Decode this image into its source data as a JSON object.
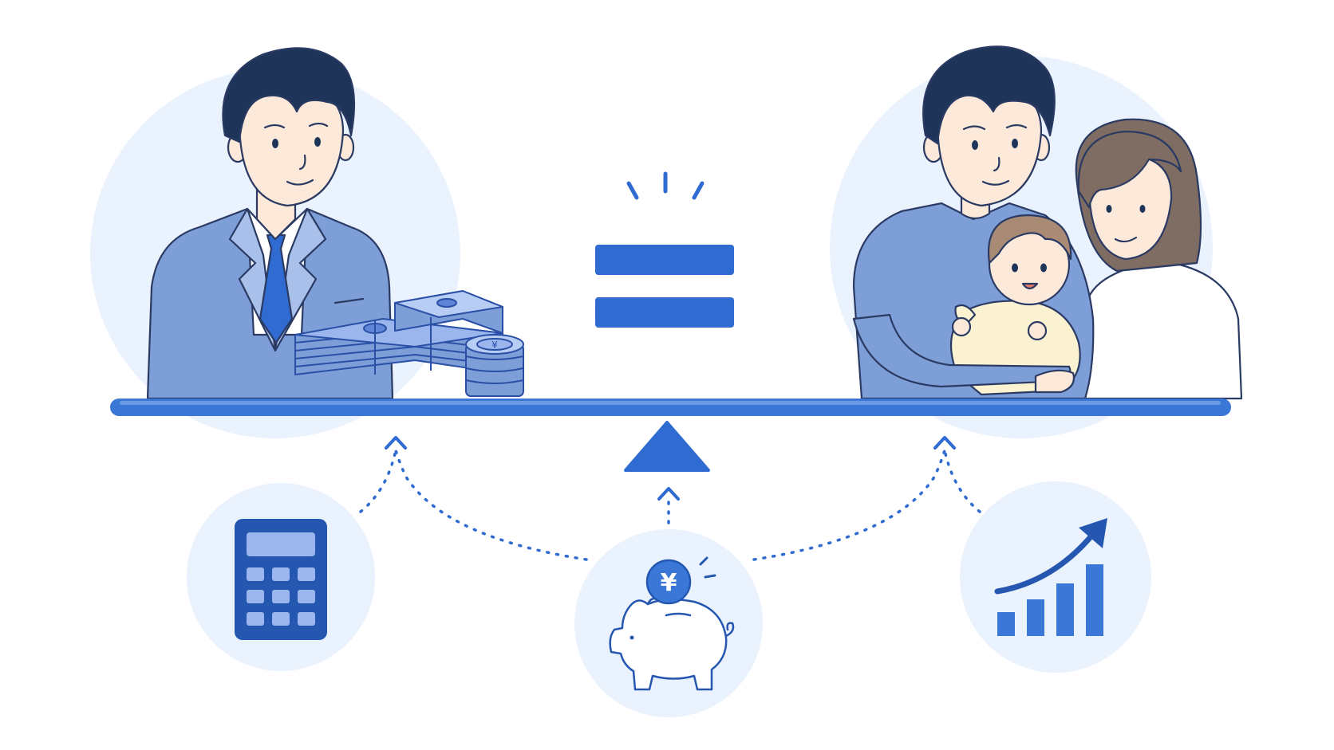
{
  "symbols": {
    "equals": "=",
    "currency": "¥"
  },
  "icons": [
    "businessman-figure",
    "cash-stack-icon",
    "coin-stack-icon",
    "equals-sign-icon",
    "seesaw-beam",
    "seesaw-fulcrum-icon",
    "family-figure",
    "calculator-icon",
    "piggy-bank-icon",
    "yen-coin-icon",
    "growth-chart-icon",
    "dotted-arrow-icon"
  ],
  "colors": {
    "primary": "#2f6bd0",
    "dark_blue": "#2557b0",
    "suit_blue": "#7e9ed8",
    "light_circle": "#eaf2fd",
    "hair": "#1f3459",
    "skin": "#fde9d9",
    "outline": "#2a3a63",
    "baby_outfit": "#fbf2d2",
    "woman_hair": "#7f6c62",
    "cash": "#9bb6ec"
  }
}
